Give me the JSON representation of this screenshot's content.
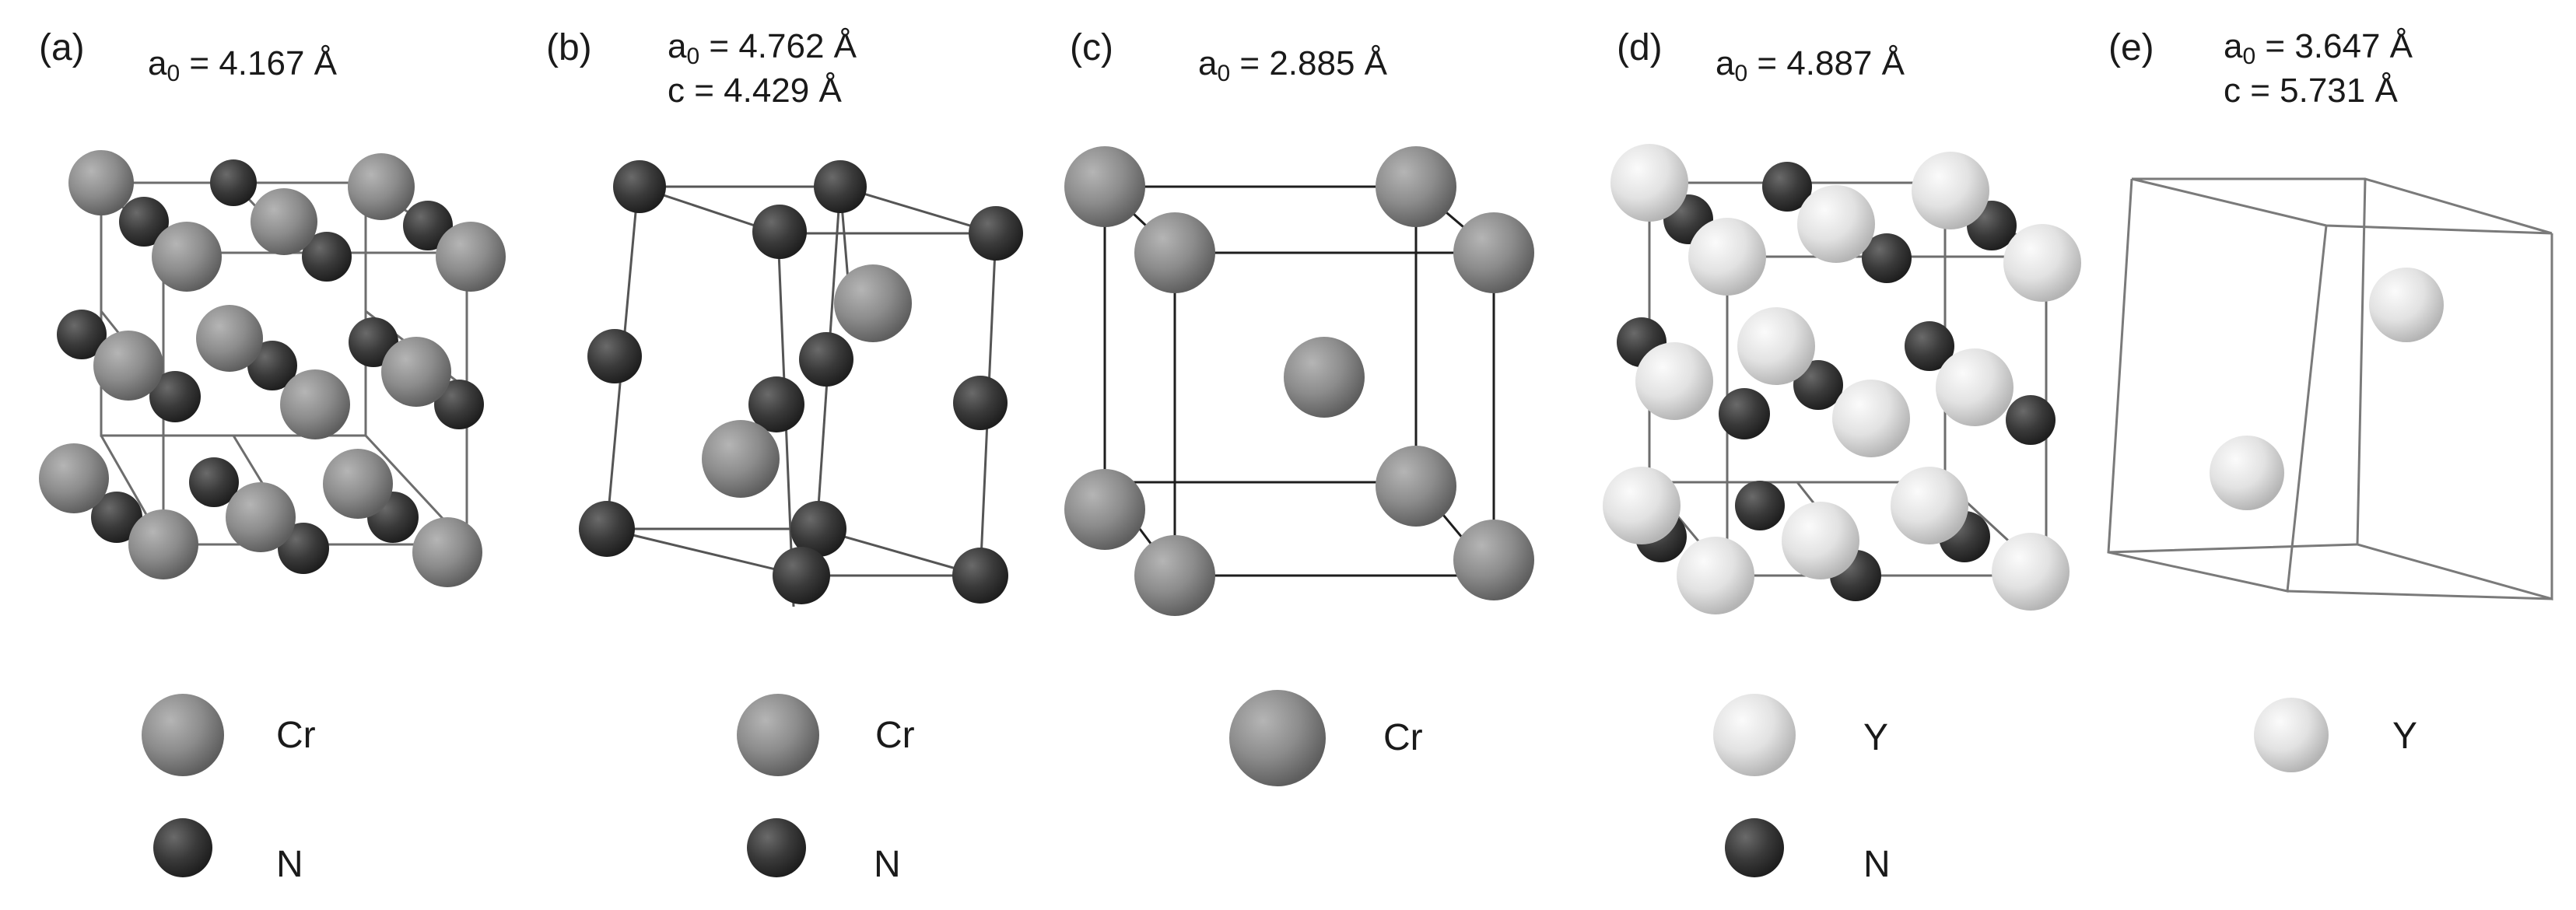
{
  "figure": {
    "panels": [
      {
        "id": "a",
        "label": "(a)",
        "params": [
          {
            "symbol": "a",
            "subscript": "0",
            "text": " = 4.167 Å"
          }
        ],
        "legend": [
          {
            "element": "Cr",
            "color": "#8c8c8c"
          },
          {
            "element": "N",
            "color": "#3a3a3a"
          }
        ]
      },
      {
        "id": "b",
        "label": "(b)",
        "params": [
          {
            "symbol": "a",
            "subscript": "0",
            "text": " = 4.762 Å"
          },
          {
            "symbol": "c",
            "subscript": "",
            "text": "  = 4.429 Å"
          }
        ],
        "legend": [
          {
            "element": "Cr",
            "color": "#8c8c8c"
          },
          {
            "element": "N",
            "color": "#3a3a3a"
          }
        ]
      },
      {
        "id": "c",
        "label": "(c)",
        "params": [
          {
            "symbol": "a",
            "subscript": "0",
            "text": " = 2.885 Å"
          }
        ],
        "legend": [
          {
            "element": "Cr",
            "color": "#8c8c8c"
          }
        ]
      },
      {
        "id": "d",
        "label": "(d)",
        "params": [
          {
            "symbol": "a",
            "subscript": "0",
            "text": " = 4.887 Å"
          }
        ],
        "legend": [
          {
            "element": "Y",
            "color": "#e2e2e2"
          },
          {
            "element": "N",
            "color": "#3a3a3a"
          }
        ]
      },
      {
        "id": "e",
        "label": "(e)",
        "params": [
          {
            "symbol": "a",
            "subscript": "0",
            "text": " = 3.647 Å"
          },
          {
            "symbol": "c",
            "subscript": "",
            "text": "  =  5.731 Å"
          }
        ],
        "legend": [
          {
            "element": "Y",
            "color": "#e2e2e2"
          }
        ]
      }
    ]
  }
}
